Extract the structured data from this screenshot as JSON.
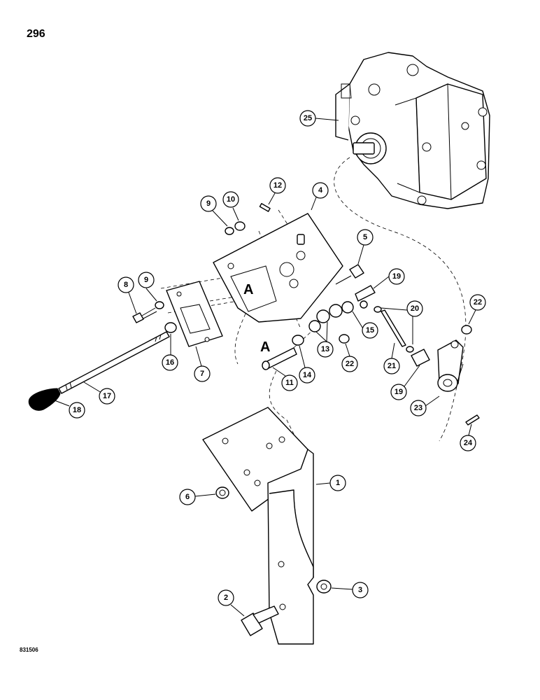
{
  "page": {
    "number": "296",
    "figure_code": "831506"
  },
  "reference_letter": "A",
  "callouts": {
    "c1": "1",
    "c2": "2",
    "c3": "3",
    "c4": "4",
    "c5": "5",
    "c6": "6",
    "c7": "7",
    "c8": "8",
    "c9a": "9",
    "c9b": "9",
    "c10": "10",
    "c11": "11",
    "c12": "12",
    "c13": "13",
    "c14": "14",
    "c15": "15",
    "c16": "16",
    "c17": "17",
    "c18": "18",
    "c19a": "19",
    "c19b": "19",
    "c20": "20",
    "c21": "21",
    "c22a": "22",
    "c22b": "22",
    "c23": "23",
    "c24": "24",
    "c25": "25"
  }
}
